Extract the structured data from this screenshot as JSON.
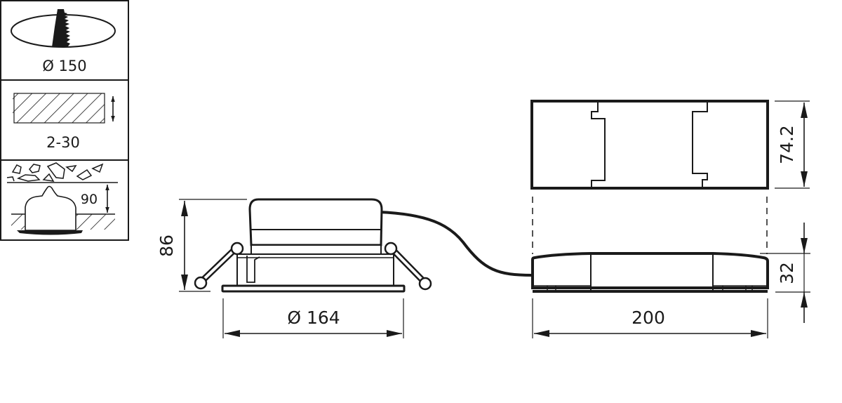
{
  "diagram": {
    "type": "technical-dimension-drawing",
    "colors": {
      "line": "#1a1a1a",
      "background": "#ffffff"
    },
    "side_panel": {
      "cutout": {
        "label": "Ø 150",
        "icon": "ceiling-cutout-icon"
      },
      "ceiling_thickness": {
        "label": "2-30",
        "icon": "ceiling-thickness-icon"
      },
      "installation_depth": {
        "label": "90",
        "icon": "installation-depth-icon"
      }
    },
    "luminaire": {
      "height_label": "86",
      "diameter_label": "Ø 164"
    },
    "driver": {
      "top_view_height_label": "74.2",
      "side_view_height_label": "32",
      "length_label": "200"
    }
  }
}
